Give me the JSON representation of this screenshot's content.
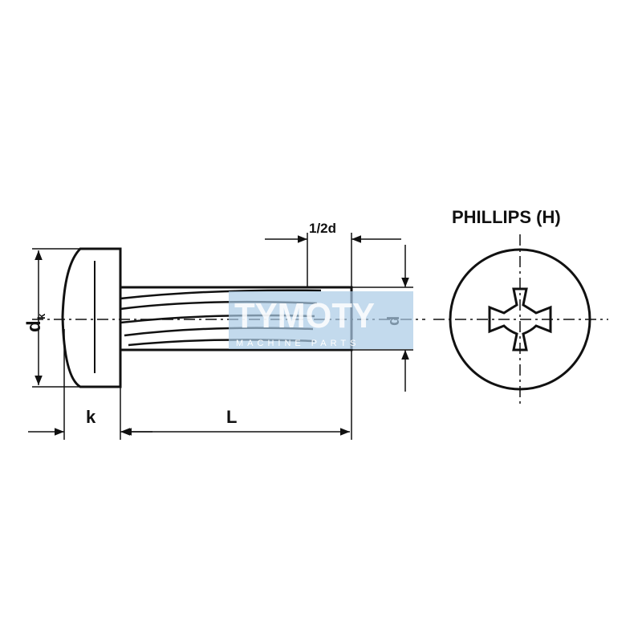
{
  "labels": {
    "head_diameter": "d",
    "head_diameter_sub": "k",
    "head_height": "k",
    "length": "L",
    "half_d": "1/2d",
    "diameter": "d",
    "drive_type": "PHILLIPS (H)"
  },
  "watermark": {
    "brand": "TYMOTY",
    "tagline": "MACHINE PARTS",
    "color": "#a9cbe6"
  }
}
